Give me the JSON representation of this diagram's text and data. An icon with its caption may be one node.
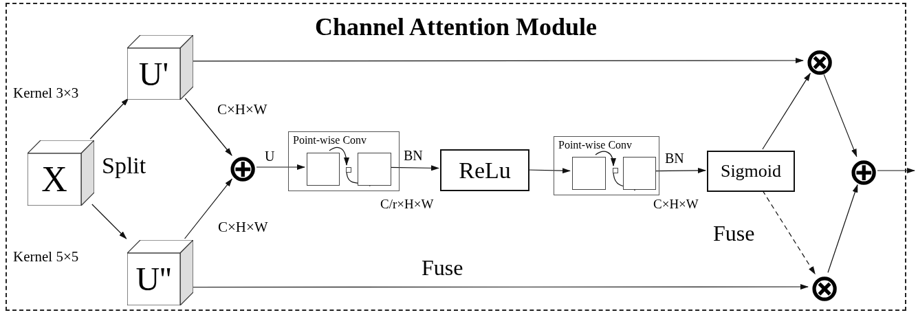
{
  "diagram": {
    "nodes": [
      {
        "text": [
          "Channel Attention Module"
        ]
      },
      {
        "text": [
          "X"
        ],
        "in": 0,
        "beside": [
          "Split"
        ]
      },
      {
        "text": [
          "U'"
        ],
        "in": 0
      },
      {
        "text": [
          "U''"
        ],
        "in": 0
      },
      {
        "text": [
          "⊕"
        ],
        "in": 0
      },
      {
        "text": [
          "Point-wise Conv"
        ],
        "in": 0,
        "beside": [
          "C/r×H×W"
        ]
      },
      {
        "text": [],
        "shape": "box",
        "in": 5
      },
      {
        "text": [],
        "shape": "box",
        "in": 5
      },
      {
        "text": [],
        "shape": "box",
        "in": 5
      },
      {
        "text": [
          "ReLu"
        ],
        "in": 0
      },
      {
        "text": [
          "Point-wise Conv"
        ],
        "in": 0,
        "beside": [
          "C×H×W"
        ]
      },
      {
        "text": [],
        "shape": "box",
        "in": 10
      },
      {
        "text": [],
        "shape": "box",
        "in": 10
      },
      {
        "text": [],
        "shape": "box",
        "in": 10
      },
      {
        "text": [
          "Sigmoid"
        ],
        "in": 0
      },
      {
        "text": [
          "⊗"
        ],
        "in": 0
      },
      {
        "text": [
          "⊗"
        ],
        "in": 0
      },
      {
        "text": [
          "⊕"
        ],
        "in": 0
      }
    ],
    "edges": [
      {
        "from": 1,
        "to": 2,
        "arrow": "to",
        "label": "Kernel 3×3"
      },
      {
        "from": 1,
        "to": 3,
        "arrow": "to",
        "label": "Kernel 5×5"
      },
      {
        "from": 2,
        "to": 4,
        "arrow": "to",
        "label": "C×H×W"
      },
      {
        "from": 3,
        "to": 4,
        "arrow": "to",
        "label": "C×H×W"
      },
      {
        "from": 4,
        "to": 6,
        "arrow": "to",
        "label": "U"
      },
      {
        "from": 6,
        "to": 7,
        "arrow": "to"
      },
      {
        "from": 7,
        "to": 8,
        "arrow": "to"
      },
      {
        "from": 8,
        "to": 9,
        "arrow": "to",
        "label": "BN"
      },
      {
        "from": 9,
        "to": 11,
        "arrow": "to"
      },
      {
        "from": 11,
        "to": 12,
        "arrow": "to"
      },
      {
        "from": 12,
        "to": 13,
        "arrow": "to"
      },
      {
        "from": 13,
        "to": 14,
        "arrow": "to",
        "label": "BN"
      },
      {
        "from": 2,
        "to": 15,
        "arrow": "to"
      },
      {
        "from": 3,
        "to": 16,
        "arrow": "to",
        "label": "Fuse"
      },
      {
        "from": 14,
        "to": 15,
        "arrow": "to"
      },
      {
        "from": 14,
        "to": 16,
        "arrow": "to",
        "style": "dashed",
        "label": "Fuse"
      },
      {
        "from": 15,
        "to": 17,
        "arrow": "to"
      },
      {
        "from": 16,
        "to": 17,
        "arrow": "to"
      },
      {
        "from": 17,
        "to": null,
        "arrow": "to"
      }
    ]
  }
}
